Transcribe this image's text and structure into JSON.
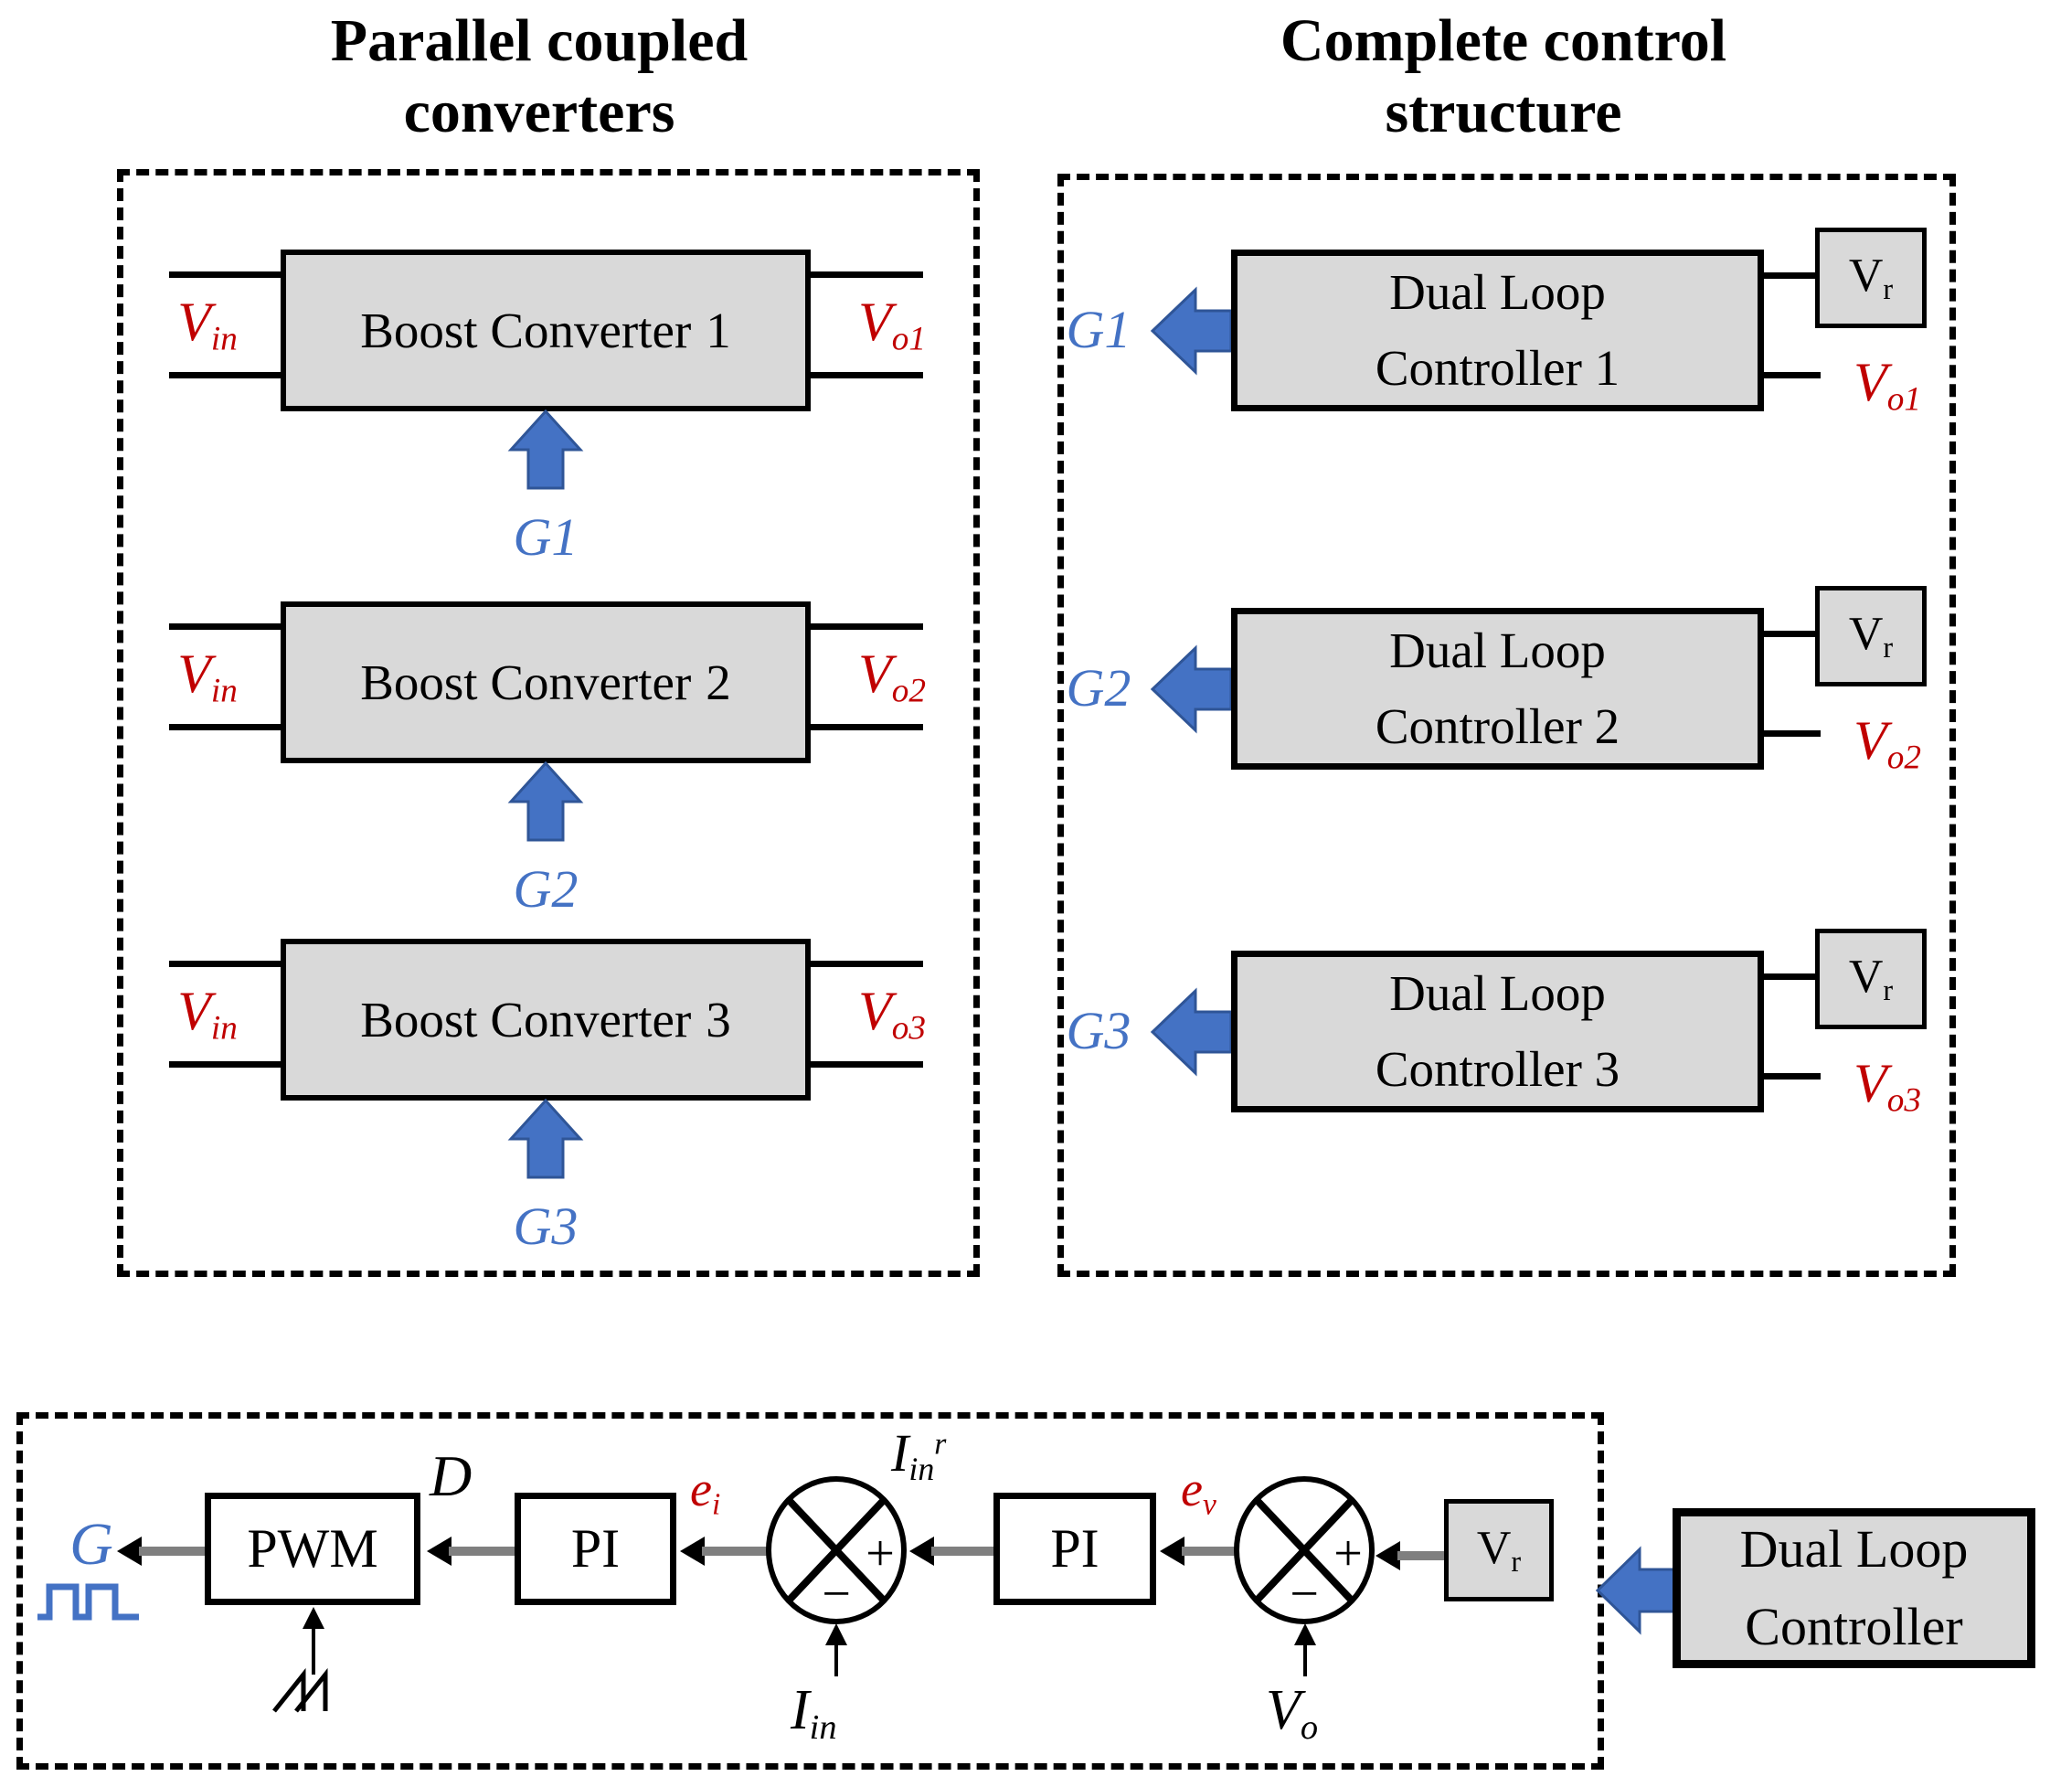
{
  "titles": {
    "left": {
      "line1": "Parallel coupled",
      "line2": "converters"
    },
    "right": {
      "line1": "Complete control",
      "line2": "structure"
    }
  },
  "colors": {
    "accent_blue": "#4472C4",
    "accent_blue_dark": "#2F5597",
    "signal_red": "#C00000",
    "box_fill_gray": "#D9D9D9",
    "arrow_shaft_gray": "#7F7F7F",
    "line_black": "#000000"
  },
  "icons": {
    "gate_waveform": "square-wave-icon",
    "pwm_carrier": "sawtooth-icon"
  },
  "converters": [
    {
      "name": "Boost Converter",
      "number": "1",
      "input": {
        "main": "V",
        "sub": "in"
      },
      "output": {
        "main": "V",
        "sub": "o1"
      },
      "gate": "G1"
    },
    {
      "name": "Boost Converter",
      "number": "2",
      "input": {
        "main": "V",
        "sub": "in"
      },
      "output": {
        "main": "V",
        "sub": "o2"
      },
      "gate": "G2"
    },
    {
      "name": "Boost Converter",
      "number": "3",
      "input": {
        "main": "V",
        "sub": "in"
      },
      "output": {
        "main": "V",
        "sub": "o3"
      },
      "gate": "G3"
    }
  ],
  "controllers": [
    {
      "line1": "Dual Loop",
      "line2": "Controller 1",
      "gate": "G1",
      "ref": {
        "main": "V",
        "sub": "r"
      },
      "feedback": {
        "main": "V",
        "sub": "o1"
      }
    },
    {
      "line1": "Dual Loop",
      "line2": "Controller 2",
      "gate": "G2",
      "ref": {
        "main": "V",
        "sub": "r"
      },
      "feedback": {
        "main": "V",
        "sub": "o2"
      }
    },
    {
      "line1": "Dual Loop",
      "line2": "Controller 3",
      "gate": "G3",
      "ref": {
        "main": "V",
        "sub": "r"
      },
      "feedback": {
        "main": "V",
        "sub": "o3"
      }
    }
  ],
  "control_loop": {
    "gate_output": "G",
    "pwm_label": "PWM",
    "duty_label": "D",
    "current_pi_label": "PI",
    "voltage_pi_label": "PI",
    "current_error": {
      "main": "e",
      "sub": "i"
    },
    "voltage_error": {
      "main": "e",
      "sub": "v"
    },
    "current_ref": {
      "main": "I",
      "sub": "in",
      "sup": "r"
    },
    "current_feedback": {
      "main": "I",
      "sub": "in"
    },
    "voltage_feedback": {
      "main": "V",
      "sub": "o"
    },
    "ref": {
      "main": "V",
      "sub": "r"
    },
    "junction_plus": "+",
    "junction_minus": "−",
    "legend": {
      "line1": "Dual Loop",
      "line2": "Controller"
    }
  }
}
